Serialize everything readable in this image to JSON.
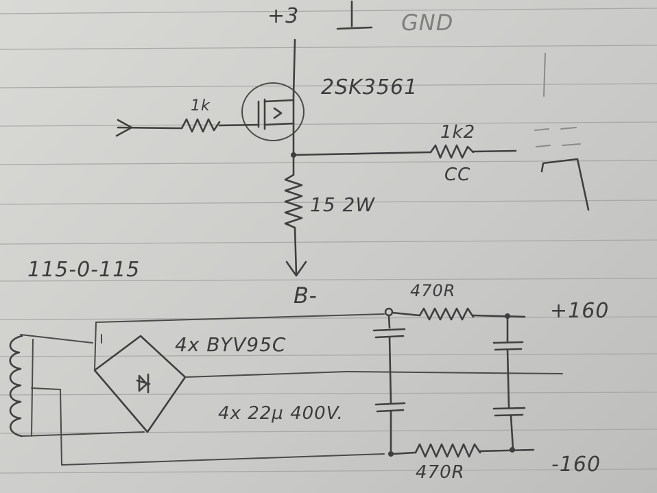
{
  "diagram": {
    "labels": {
      "supply_plus": "+3",
      "ground": "GND",
      "mosfet_part": "2SK3561",
      "gate_resistor": "1k",
      "output_resistor": "1k2",
      "output_resistor_note": "CC",
      "source_resistor": "15 2W",
      "to_node": "B-",
      "transformer": "115-0-115",
      "bridge": "4x BYV95C",
      "capacitors": "4x 22µ 400V.",
      "top_resistor": "470R",
      "top_rail": "+160",
      "bottom_resistor": "470R",
      "bottom_rail": "-160"
    },
    "colors": {
      "ink": "#3f3f3f",
      "paper": "#d4d4d2",
      "rule": "#a9a9a7"
    }
  }
}
